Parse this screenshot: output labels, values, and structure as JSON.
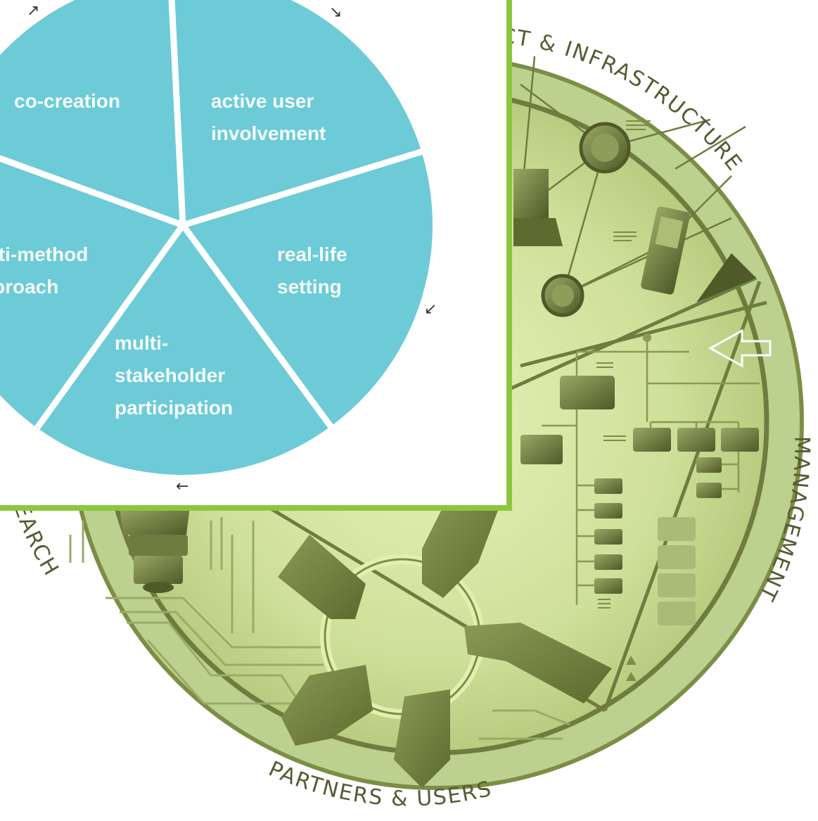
{
  "outer_ring": {
    "labels": [
      "ICT & INFRASTRUCTURE",
      "MANAGEMENT",
      "PARTNERS & USERS",
      "EARCH"
    ]
  },
  "inset": {
    "segments": [
      {
        "lines": [
          "co-creation"
        ]
      },
      {
        "lines": [
          "active user",
          "involvement"
        ]
      },
      {
        "lines": [
          "real-life",
          "setting"
        ]
      },
      {
        "lines": [
          "multi-",
          "stakeholder",
          "participation"
        ]
      },
      {
        "lines": [
          "lti-method",
          "proach"
        ]
      }
    ],
    "arrow_glyphs": [
      "↗",
      "↘",
      "↙",
      "←"
    ]
  },
  "colors": {
    "pie_fill": "#6ccbd6",
    "inset_border": "#8cc63f",
    "ring_band": "#b4c98a",
    "ring_text": "#545c33",
    "illustration_dark": "#6e7d3f"
  },
  "icons": [
    "laptop-icon",
    "mobile-phone-icon",
    "lightbulb-icon",
    "hands-joined-circle-icon",
    "org-chart-icon",
    "network-node-icon",
    "arrow-outline-icon"
  ]
}
